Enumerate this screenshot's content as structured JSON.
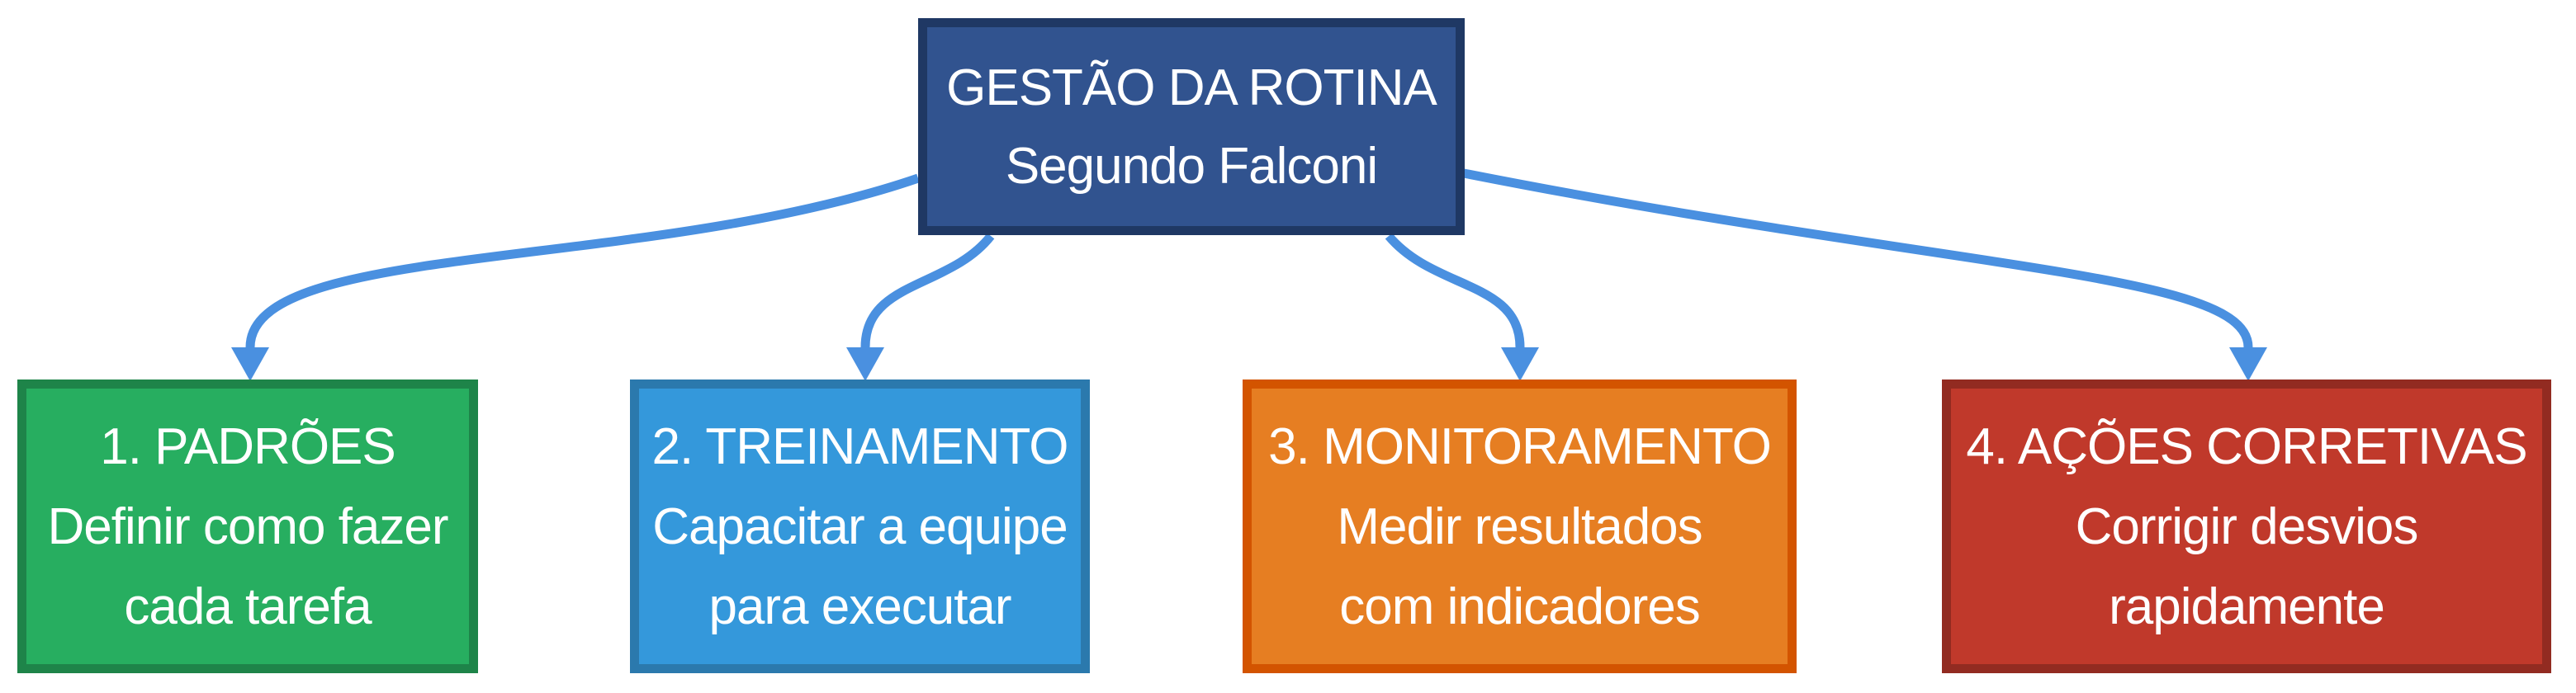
{
  "diagram": {
    "background_color": "#ffffff",
    "text_color": "#ffffff",
    "arrow_color": "#4a90e0",
    "root": {
      "title": "GESTÃO DA ROTINA",
      "subtitle": "Segundo Falconi",
      "fill": "#31538f",
      "border": "#1f3864"
    },
    "children": [
      {
        "title": "1. PADRÕES",
        "desc_line1": "Definir como fazer",
        "desc_line2": "cada tarefa",
        "fill": "#27ae60",
        "border": "#1e8449"
      },
      {
        "title": "2. TREINAMENTO",
        "desc_line1": "Capacitar a equipe",
        "desc_line2": "para executar",
        "fill": "#3498db",
        "border": "#2b79ad"
      },
      {
        "title": "3. MONITORAMENTO",
        "desc_line1": "Medir resultados",
        "desc_line2": "com indicadores",
        "fill": "#e67e22",
        "border": "#d35400"
      },
      {
        "title": "4. AÇÕES CORRETIVAS",
        "desc_line1": "Corrigir desvios",
        "desc_line2": "rapidamente",
        "fill": "#c0392b",
        "border": "#922b21"
      }
    ]
  }
}
